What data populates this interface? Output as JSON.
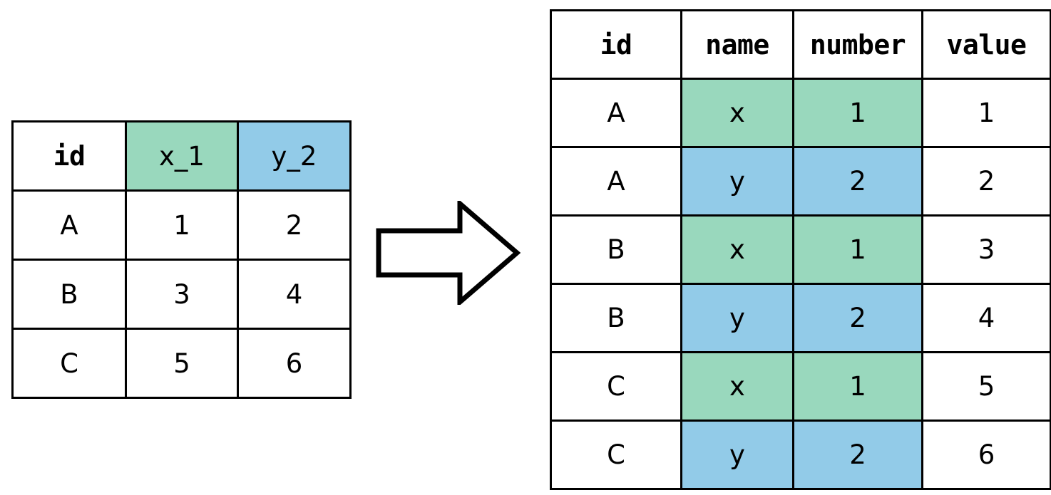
{
  "diagram": {
    "title": "pivot-longer-reshape",
    "colors": {
      "green": "#99D8BD",
      "blue": "#92CBE8",
      "border": "#000000",
      "background": "#ffffff"
    }
  },
  "arrow": {
    "label": "transforms-into",
    "direction": "right"
  },
  "wide_table": {
    "name": "wide-source-table",
    "columns": [
      {
        "label": "id",
        "fill": "none",
        "header_style": "bold"
      },
      {
        "label": "x_1",
        "fill": "green",
        "header_style": "plain"
      },
      {
        "label": "y_2",
        "fill": "blue",
        "header_style": "plain"
      }
    ],
    "rows": [
      {
        "cells": [
          "A",
          "1",
          "2"
        ]
      },
      {
        "cells": [
          "B",
          "3",
          "4"
        ]
      },
      {
        "cells": [
          "C",
          "5",
          "6"
        ]
      }
    ]
  },
  "long_table": {
    "name": "long-result-table",
    "columns": [
      {
        "label": "id",
        "header_style": "bold"
      },
      {
        "label": "name",
        "header_style": "bold"
      },
      {
        "label": "number",
        "header_style": "bold"
      },
      {
        "label": "value",
        "header_style": "bold"
      }
    ],
    "rows": [
      {
        "cells": [
          "A",
          "x",
          "1",
          "1"
        ],
        "fill": "green"
      },
      {
        "cells": [
          "A",
          "y",
          "2",
          "2"
        ],
        "fill": "blue"
      },
      {
        "cells": [
          "B",
          "x",
          "1",
          "3"
        ],
        "fill": "green"
      },
      {
        "cells": [
          "B",
          "y",
          "2",
          "4"
        ],
        "fill": "blue"
      },
      {
        "cells": [
          "C",
          "x",
          "1",
          "5"
        ],
        "fill": "green"
      },
      {
        "cells": [
          "C",
          "y",
          "2",
          "6"
        ],
        "fill": "blue"
      }
    ]
  }
}
